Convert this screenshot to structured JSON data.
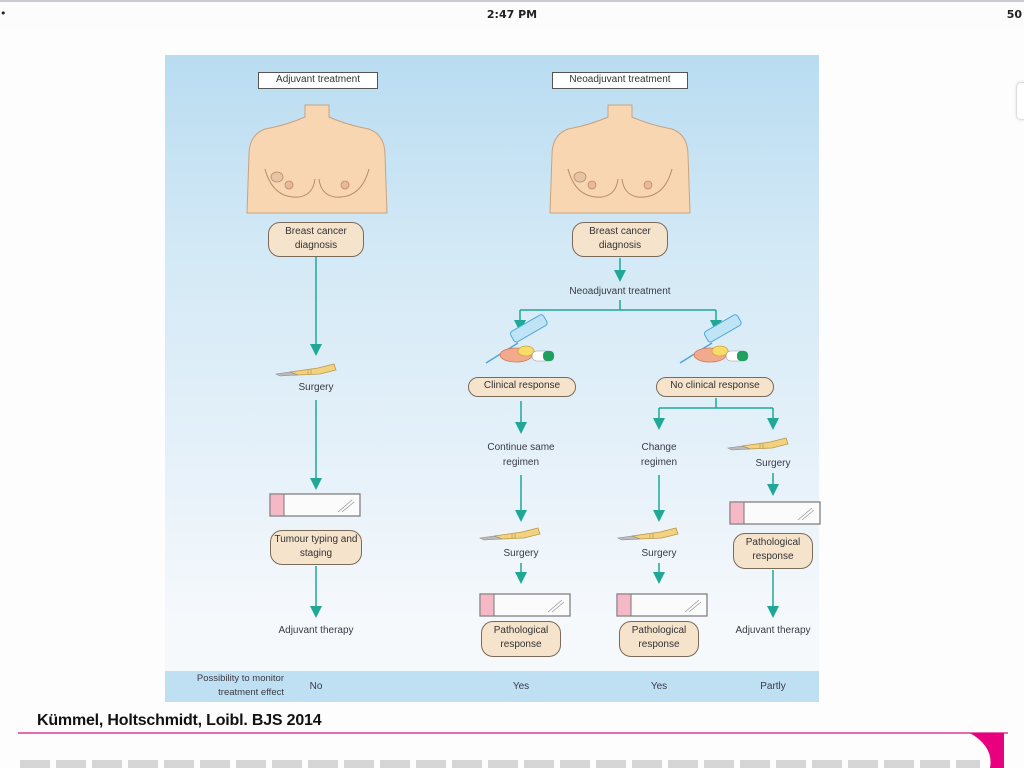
{
  "statusbar": {
    "left_icon": "wifi-icon",
    "time": "2:47 PM",
    "battery": "50"
  },
  "figure": {
    "columns": {
      "adjuvant": {
        "title": "Adjuvant treatment",
        "diagnosis": "Breast cancer diagnosis",
        "steps": [
          "Surgery",
          "Tumour typing and staging",
          "Adjuvant therapy"
        ]
      },
      "neoadjuvant": {
        "title": "Neoadjuvant treatment",
        "diagnosis": "Breast cancer diagnosis",
        "treatment_label": "Neoadjuvant treatment",
        "clinical_response": "Clinical response",
        "no_clinical_response": "No clinical response",
        "continue_regimen": "Continue same regimen",
        "change_regimen": "Change regimen",
        "surgery": "Surgery",
        "pathological_response": "Pathological response",
        "adjuvant_therapy": "Adjuvant therapy"
      }
    },
    "monitor_row": {
      "label": "Possibility to monitor treatment effect",
      "values": [
        "No",
        "Yes",
        "Yes",
        "Partly"
      ]
    }
  },
  "citation": "Kümmel, Holtschmidt, Loibl. BJS 2014",
  "colors": {
    "arrow": "#1fa896",
    "pill_fill": "#f5e3cc",
    "skin": "#f8d6b2",
    "accent_pink": "#e8007f"
  }
}
